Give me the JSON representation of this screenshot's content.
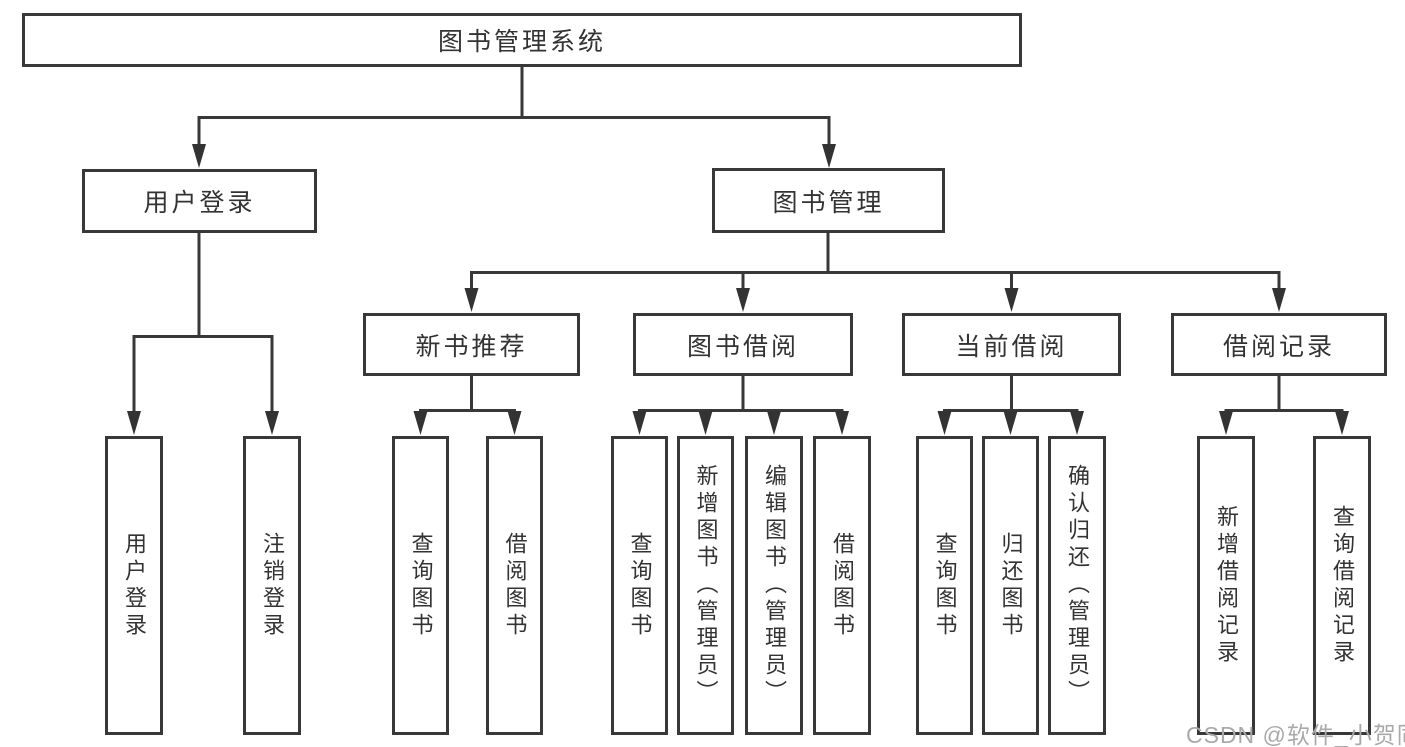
{
  "tree": {
    "root": {
      "label": "图书管理系统"
    },
    "level2": [
      {
        "label": "用户登录",
        "children": [
          {
            "label": "用户登录"
          },
          {
            "label": "注销登录"
          }
        ]
      },
      {
        "label": "图书管理",
        "children": [
          {
            "label": "新书推荐",
            "children": [
              {
                "label": "查询图书"
              },
              {
                "label": "借阅图书"
              }
            ]
          },
          {
            "label": "图书借阅",
            "children": [
              {
                "label": "查询图书"
              },
              {
                "label": "新增图书（管理员）"
              },
              {
                "label": "编辑图书（管理员）"
              },
              {
                "label": "借阅图书"
              }
            ]
          },
          {
            "label": "当前借阅",
            "children": [
              {
                "label": "查询图书"
              },
              {
                "label": "归还图书"
              },
              {
                "label": "确认归还（管理员）"
              }
            ]
          },
          {
            "label": "借阅记录",
            "children": [
              {
                "label": "新增借阅记录"
              },
              {
                "label": "查询借阅记录"
              }
            ]
          }
        ]
      }
    ]
  },
  "watermark": {
    "text": "CSDN @软件_小贺同学"
  },
  "colors": {
    "line": "#383838",
    "text": "#333333",
    "watermark": "#a9a9a9",
    "background": "#ffffff"
  }
}
